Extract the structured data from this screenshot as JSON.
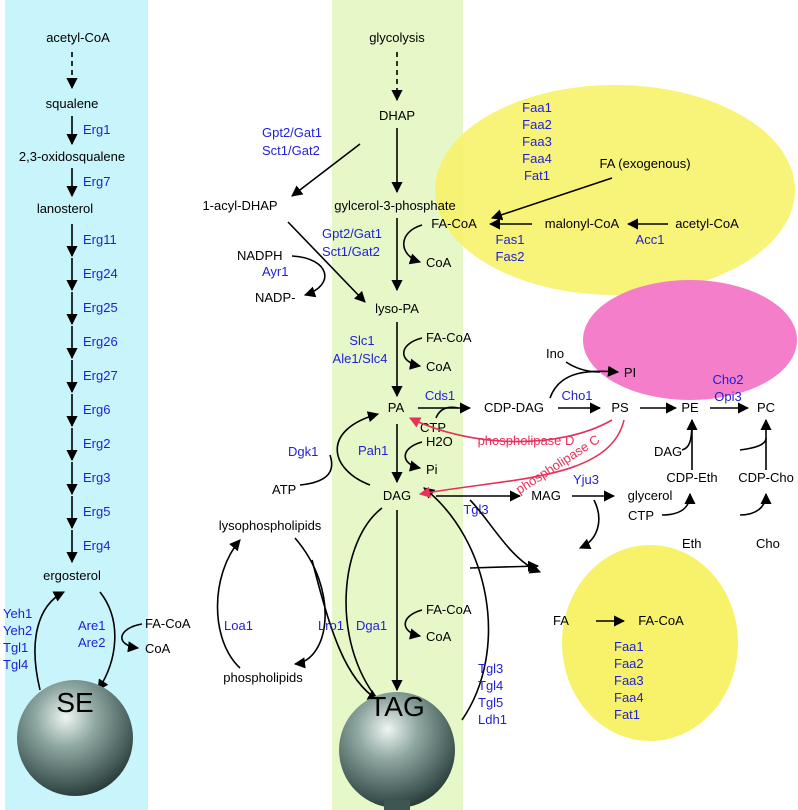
{
  "colors": {
    "sterol_band": "#c8f4fb",
    "tag_band": "#e6f8c8",
    "fa_blob": "#f7f26a",
    "phospholipid_blob": "#f47ec9",
    "enzyme_text": "#1f1fd6",
    "lipase_text": "#e8305a"
  },
  "sterol_pathway": {
    "acetyl_coa": "acetyl-CoA",
    "squalene": "squalene",
    "oxidosqualene": "2,3-oxidosqualene",
    "lanosterol": "lanosterol",
    "ergosterol": "ergosterol",
    "enzymes": [
      "Erg1",
      "Erg7",
      "Erg11",
      "Erg24",
      "Erg25",
      "Erg26",
      "Erg27",
      "Erg6",
      "Erg2",
      "Erg3",
      "Erg5",
      "Erg4"
    ],
    "ester_enzymes": [
      "Are1",
      "Are2"
    ],
    "hydrolases": [
      "Yeh1",
      "Yeh2",
      "Tgl1",
      "Tgl4"
    ],
    "fa_coa": "FA-CoA",
    "coa": "CoA",
    "droplet": "SE"
  },
  "glycerolipid_pathway": {
    "glycolysis": "glycolysis",
    "dhap": "DHAP",
    "g3p": "gylcerol-3-phosphate",
    "acyl_dhap": "1-acyl-DHAP",
    "gpt_enzymes": [
      "Gpt2/Gat1",
      "Sct1/Gat2"
    ],
    "gpt_enzymes_2": [
      "Gpt2/Gat1",
      "Sct1/Gat2"
    ],
    "coa_1": "CoA",
    "nadph": "NADPH",
    "nadp": "NADP-",
    "ayr1": "Ayr1",
    "lyso_pa": "lyso-PA",
    "slc_enzymes": [
      "Slc1",
      "Ale1/Slc4"
    ],
    "fa_coa_2": "FA-CoA",
    "coa_2": "CoA",
    "pa": "PA",
    "ctp": "CTP",
    "cds1": "Cds1",
    "cdp_dag": "CDP-DAG",
    "dgk1": "Dgk1",
    "atp": "ATP",
    "pah1": "Pah1",
    "h2o": "H2O",
    "pi": "Pi",
    "dag": "DAG",
    "lysophospholipids": "lysophospholipids",
    "phospholipids": "phospholipids",
    "loa1": "Loa1",
    "lro1": "Lro1",
    "dga1": "Dga1",
    "fa_coa_3": "FA-CoA",
    "coa_3": "CoA",
    "droplet": "TAG",
    "tag_lipases": [
      "Tgl3",
      "Tgl4",
      "Tgl5",
      "Ldh1"
    ]
  },
  "fa_synthesis": {
    "faa_enzymes": [
      "Faa1",
      "Faa2",
      "Faa3",
      "Faa4",
      "Fat1"
    ],
    "fa_exogenous": "FA (exogenous)",
    "fa_coa": "FA-CoA",
    "malonyl_coa": "malonyl-CoA",
    "acetyl_coa": "acetyl-CoA",
    "fas_enzymes": [
      "Fas1",
      "Fas2"
    ],
    "acc1": "Acc1"
  },
  "phospholipids": {
    "ino": "Ino",
    "pi": "PI",
    "cho1": "Cho1",
    "ps": "PS",
    "pe": "PE",
    "pc": "PC",
    "cho2_opi3": [
      "Cho2",
      "Opi3"
    ],
    "dag": "DAG",
    "cdp_eth": "CDP-Eth",
    "cdp_cho": "CDP-Cho",
    "ctp": "CTP",
    "eth": "Eth",
    "cho": "Cho",
    "phospholipase_d": "phospholipase D",
    "phospholipase_c": "phospholipase C"
  },
  "tag_breakdown": {
    "tgl3": "Tgl3",
    "mag": "MAG",
    "yju3": "Yju3",
    "glycerol": "glycerol",
    "fa": "FA",
    "fa_coa": "FA-CoA",
    "faa_enzymes": [
      "Faa1",
      "Faa2",
      "Faa3",
      "Faa4",
      "Fat1"
    ]
  }
}
